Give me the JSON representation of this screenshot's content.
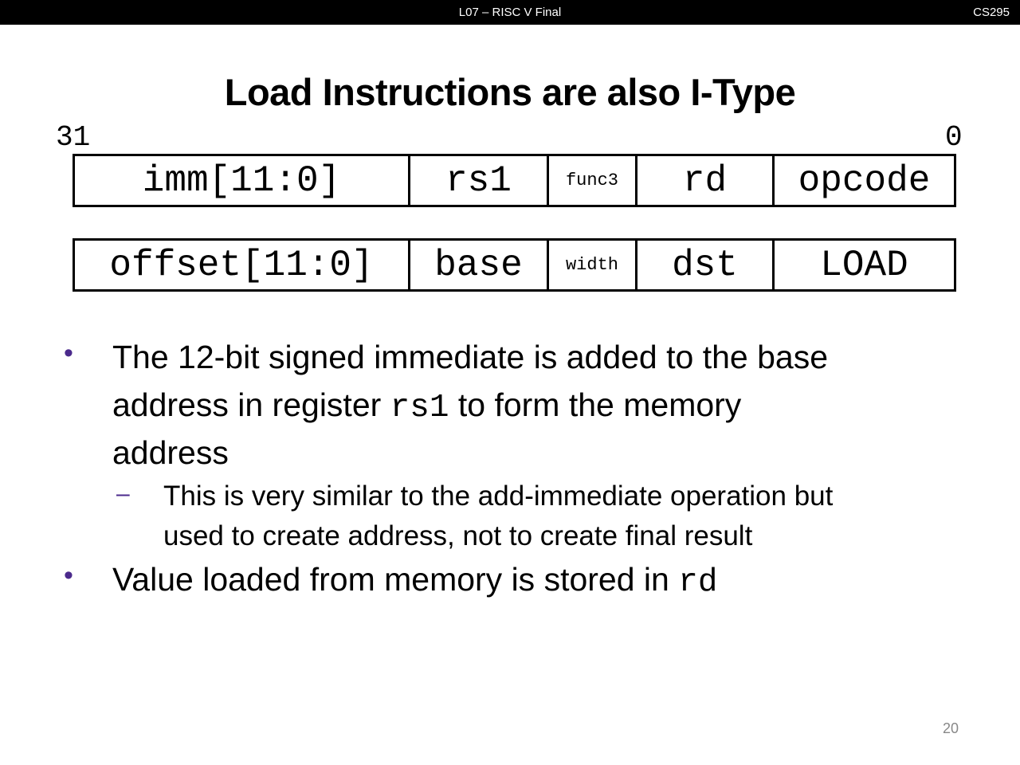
{
  "header": {
    "lecture": "L07 – RISC V Final",
    "course": "CS295"
  },
  "title": "Load  Instructions are also I-Type",
  "bits": {
    "high": "31",
    "low": "0"
  },
  "format_row": [
    "imm[11:0]",
    "rs1",
    "func3",
    "rd",
    "opcode"
  ],
  "load_row": [
    "offset[11:0]",
    "base",
    "width",
    "dst",
    "LOAD"
  ],
  "bullets": {
    "b1_part1": "The 12-bit signed immediate is added to the base",
    "b1_part2": "address in register ",
    "b1_code": "rs1",
    "b1_part3": " to form the memory",
    "b1_part4": "address",
    "sub1_line1": "This is very similar to the add-immediate operation but",
    "sub1_line2": "used to create address, not to create final result",
    "b2_text": "Value loaded from memory is stored in ",
    "b2_code": "rd"
  },
  "page_number": "20",
  "colors": {
    "bullet": "#4b2a8c",
    "bar": "#000000"
  }
}
